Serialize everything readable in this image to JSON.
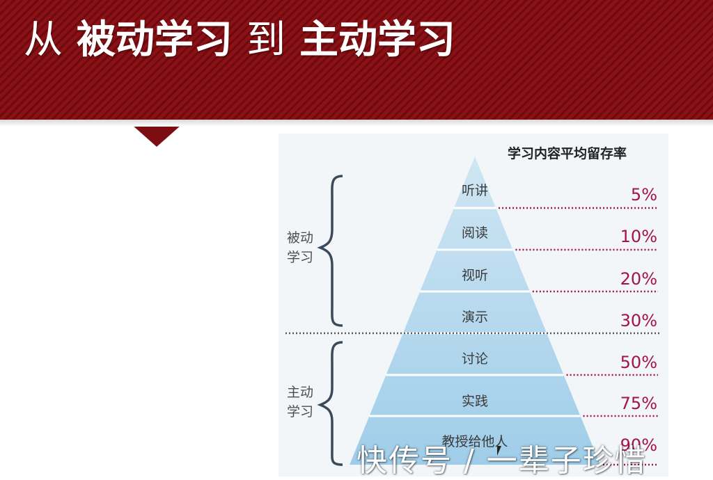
{
  "header": {
    "word_from": "从",
    "passive": "被动学习",
    "word_to": "到",
    "active": "主动学习"
  },
  "diagram": {
    "heading": "学习内容平均留存率",
    "groups": {
      "passive_line1": "被动",
      "passive_line2": "学习",
      "active_line1": "主动",
      "active_line2": "学习"
    },
    "layers": [
      {
        "label": "听讲",
        "rate": "5%"
      },
      {
        "label": "阅读",
        "rate": "10%"
      },
      {
        "label": "视听",
        "rate": "20%"
      },
      {
        "label": "演示",
        "rate": "30%"
      },
      {
        "label": "讨论",
        "rate": "50%"
      },
      {
        "label": "实践",
        "rate": "75%"
      },
      {
        "label": "教授给他人",
        "rate": "90%"
      }
    ]
  },
  "watermark": "快传号 / 一辈子珍惜",
  "colors": {
    "banner": "#8a1116",
    "pyramid_top": "#cfe6f3",
    "pyramid_bottom": "#9fcde9",
    "rate_text": "#a3124a",
    "dotted_line": "#a3124a"
  }
}
